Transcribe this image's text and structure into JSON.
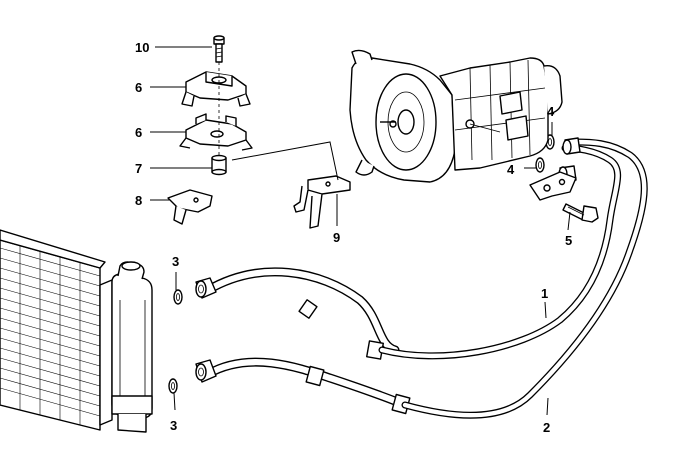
{
  "callouts": {
    "c10": "10",
    "c6a": "6",
    "c6b": "6",
    "c7": "7",
    "c8": "8",
    "c9": "9",
    "c4a": "4",
    "c4b": "4",
    "c5": "5",
    "c3a": "3",
    "c3b": "3",
    "c1": "1",
    "c2": "2"
  }
}
